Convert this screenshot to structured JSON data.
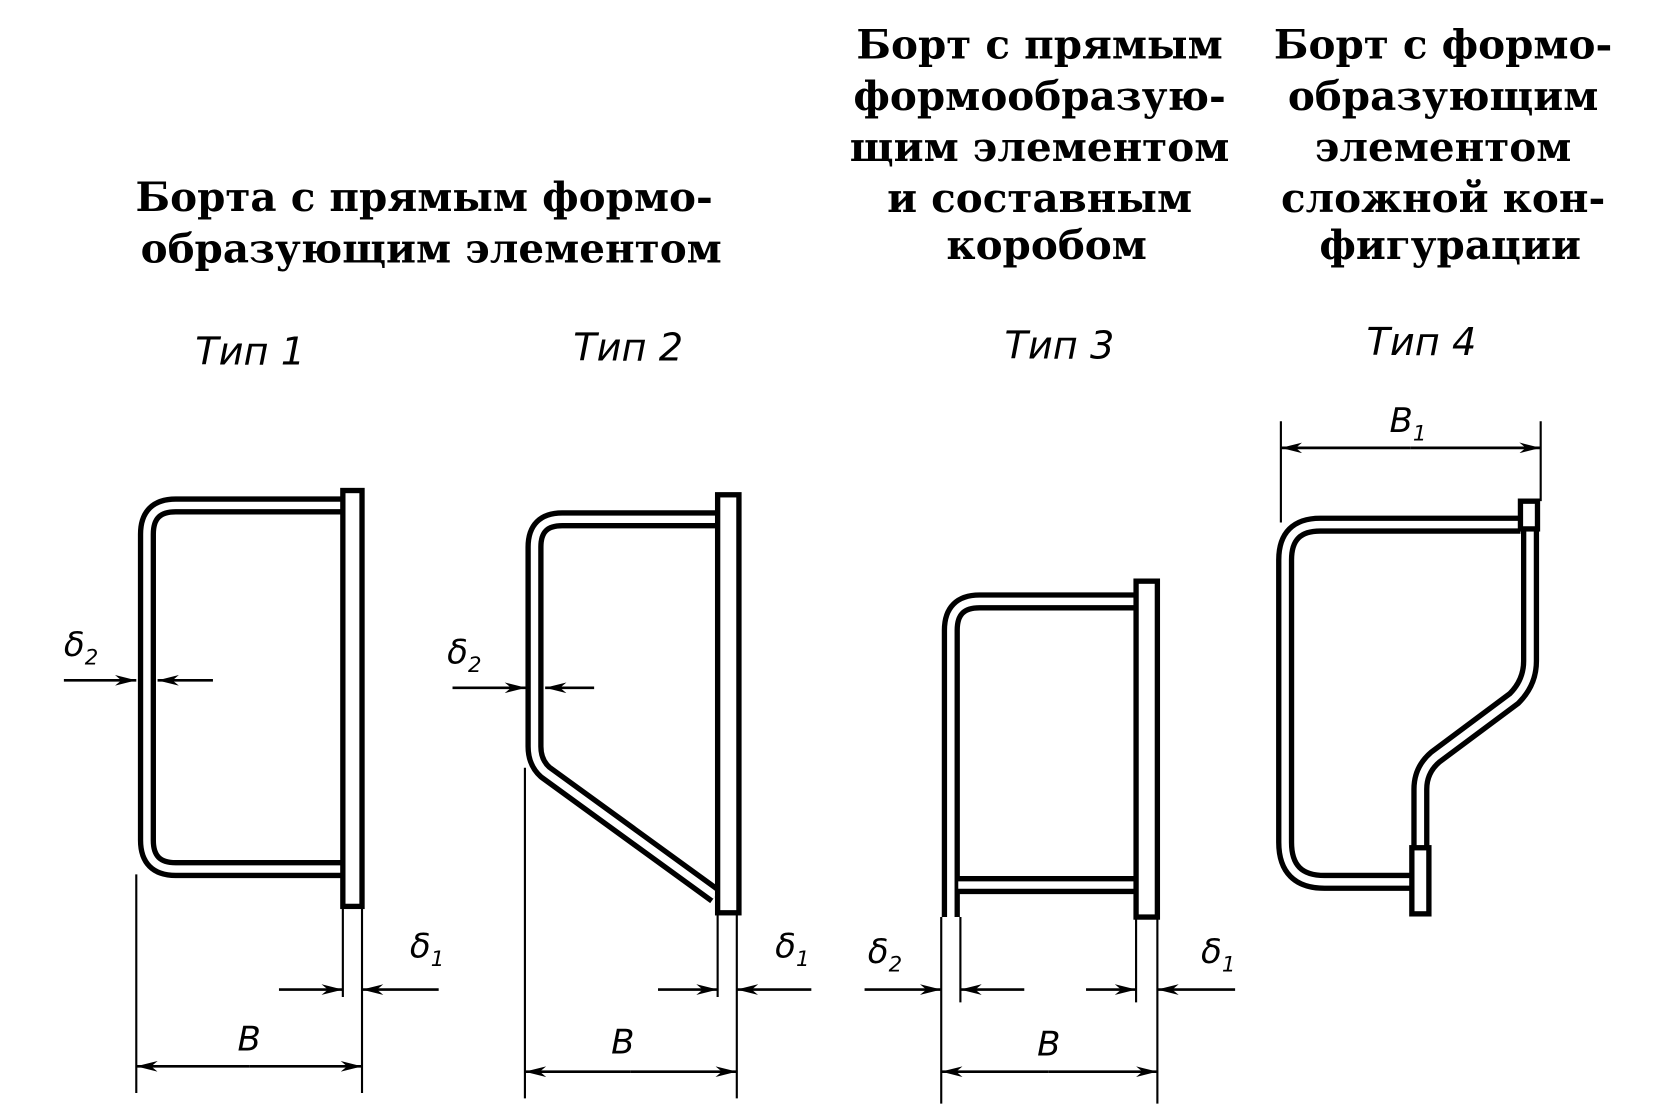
{
  "headers": {
    "types_1_2": [
      "Борта с прямым формо-",
      "образующим элементом"
    ],
    "type_3": [
      "Борт с прямым",
      "формообразую-",
      "щим элементом",
      "и составным",
      "коробом"
    ],
    "type_4": [
      "Борт с формо-",
      "образующим",
      "элементом",
      "сложной кон-",
      "фигурации"
    ]
  },
  "types": [
    "Тип 1",
    "Тип 2",
    "Тип 3",
    "Тип 4"
  ],
  "dimensions": {
    "B": "B",
    "B1": "B",
    "B1_sub": "1",
    "delta": "δ",
    "sub1": "1",
    "sub2": "2"
  }
}
